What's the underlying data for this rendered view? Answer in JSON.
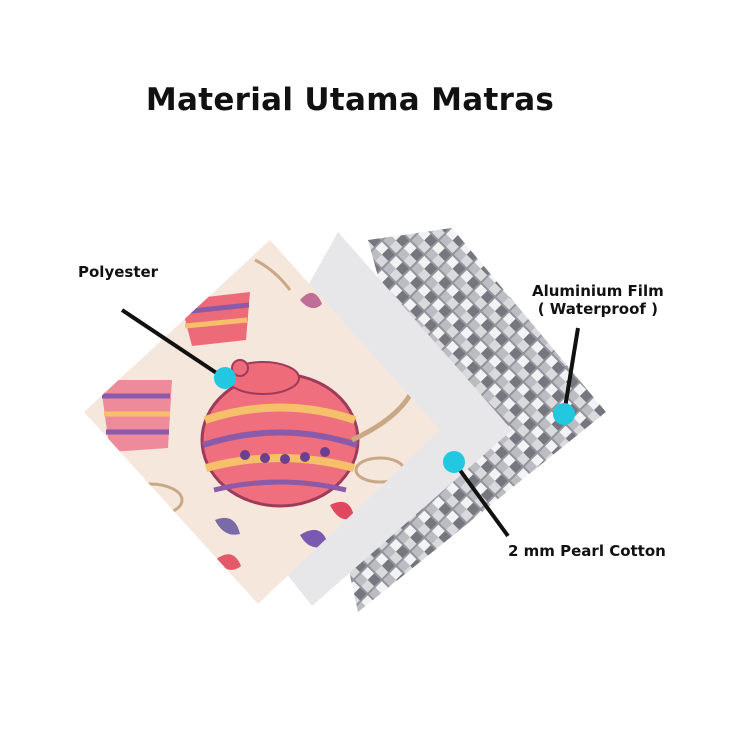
{
  "title": "Material Utama Matras",
  "layers": {
    "polyester": {
      "label": "Polyester"
    },
    "aluminium": {
      "label_line1": "Aluminium Film",
      "label_line2": "( Waterproof )"
    },
    "pearl": {
      "label": "2 mm Pearl Cotton"
    }
  },
  "colors": {
    "marker": "#22c7e0",
    "leader": "#111111",
    "pearl_sheet": "#e6e6e8",
    "foil_base": "#9a9aa2",
    "pattern_bg": "#f5e6dc"
  }
}
